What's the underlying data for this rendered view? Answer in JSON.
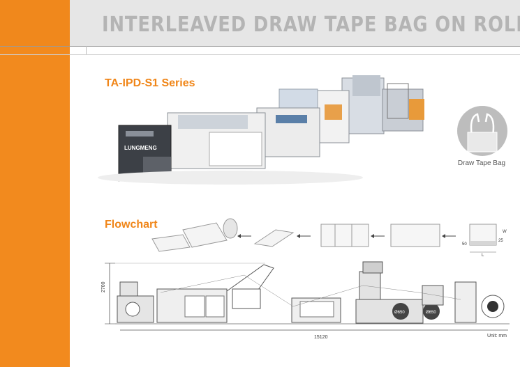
{
  "header": {
    "title": "INTERLEAVED DRAW TAPE BAG ON ROLL"
  },
  "product": {
    "series_title": "TA-IPD-S1 Series",
    "brand": "LUNGMENG"
  },
  "bag_illustration": {
    "caption": "Draw Tape Bag"
  },
  "flowchart": {
    "title": "Flowchart",
    "dim_w": "W",
    "dim_25": "25",
    "dim_50": "50",
    "dim_l": "L"
  },
  "dimensions": {
    "height": "2700",
    "length": "15120",
    "unit": "Unit: mm",
    "roll1": "Ø650",
    "roll2": "Ø650"
  },
  "colors": {
    "accent": "#f28a1e",
    "header_bg": "#e6e6e6",
    "title_gray": "#b4b4b4"
  }
}
